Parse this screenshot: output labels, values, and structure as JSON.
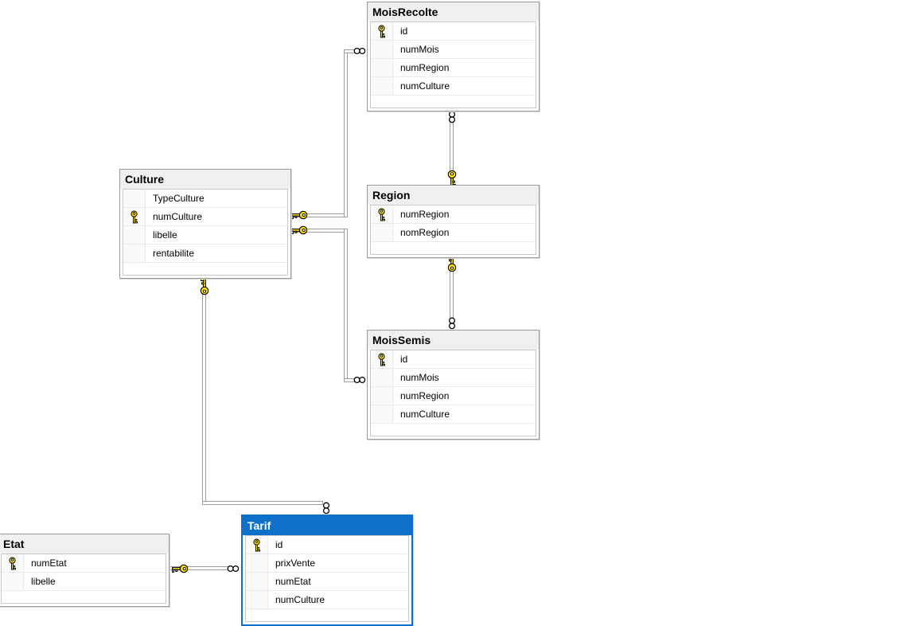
{
  "diagram": {
    "tables": [
      {
        "name": "MoisRecolte",
        "selected": false,
        "columns": [
          {
            "name": "id",
            "pk": true
          },
          {
            "name": "numMois",
            "pk": false
          },
          {
            "name": "numRegion",
            "pk": false
          },
          {
            "name": "numCulture",
            "pk": false
          }
        ]
      },
      {
        "name": "Culture",
        "selected": false,
        "columns": [
          {
            "name": "TypeCulture",
            "pk": false
          },
          {
            "name": "numCulture",
            "pk": true
          },
          {
            "name": "libelle",
            "pk": false
          },
          {
            "name": "rentabilite",
            "pk": false
          }
        ]
      },
      {
        "name": "Region",
        "selected": false,
        "columns": [
          {
            "name": "numRegion",
            "pk": true
          },
          {
            "name": "nomRegion",
            "pk": false
          }
        ]
      },
      {
        "name": "MoisSemis",
        "selected": false,
        "columns": [
          {
            "name": "id",
            "pk": true
          },
          {
            "name": "numMois",
            "pk": false
          },
          {
            "name": "numRegion",
            "pk": false
          },
          {
            "name": "numCulture",
            "pk": false
          }
        ]
      },
      {
        "name": "Tarif",
        "selected": true,
        "columns": [
          {
            "name": "id",
            "pk": true
          },
          {
            "name": "prixVente",
            "pk": false
          },
          {
            "name": "numEtat",
            "pk": false
          },
          {
            "name": "numCulture",
            "pk": false
          }
        ]
      },
      {
        "name": "Etat",
        "selected": false,
        "columns": [
          {
            "name": "numEtat",
            "pk": true
          },
          {
            "name": "libelle",
            "pk": false
          }
        ]
      }
    ],
    "relationships": [
      {
        "one": "Culture",
        "many": "MoisRecolte"
      },
      {
        "one": "Culture",
        "many": "MoisSemis"
      },
      {
        "one": "Region",
        "many": "MoisRecolte"
      },
      {
        "one": "Region",
        "many": "MoisSemis"
      },
      {
        "one": "Culture",
        "many": "Tarif"
      },
      {
        "one": "Etat",
        "many": "Tarif"
      }
    ],
    "colors": {
      "selection_blue": "#0e70c8",
      "key_yellow": "#ffe000",
      "header_gray": "#f0f0f0",
      "line_gray": "#9d9d9d"
    }
  }
}
